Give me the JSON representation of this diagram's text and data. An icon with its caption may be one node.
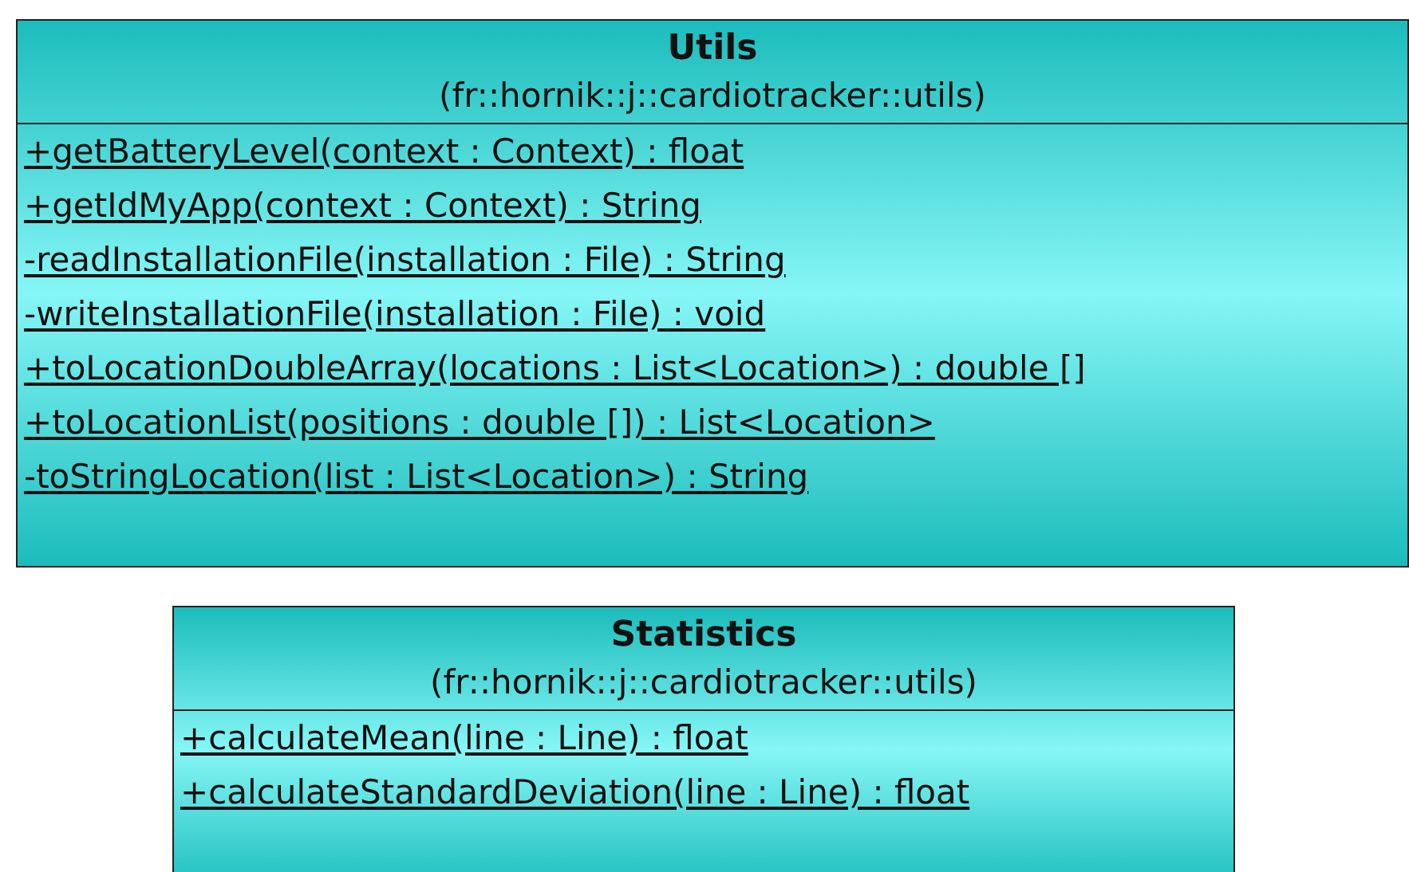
{
  "diagram": {
    "nodes": [
      {
        "text": [
          "Utils",
          "(fr::hornik::j::cardiotracker::utils)",
          "+getBatteryLevel(context : Context) : float",
          "+getIdMyApp(context : Context) : String",
          "-readInstallationFile(installation : File) : String",
          "-writeInstallationFile(installation : File) : void",
          "+toLocationDoubleArray(locations : List<Location>) : double []",
          "+toLocationList(positions : double []) : List<Location>",
          "-toStringLocation(list : List<Location>) : String"
        ]
      },
      {
        "text": [
          "Statistics",
          "(fr::hornik::j::cardiotracker::utils)",
          "+calculateMean(line : Line) : float",
          "+calculateStandardDeviation(line : Line) : float"
        ]
      }
    ]
  }
}
